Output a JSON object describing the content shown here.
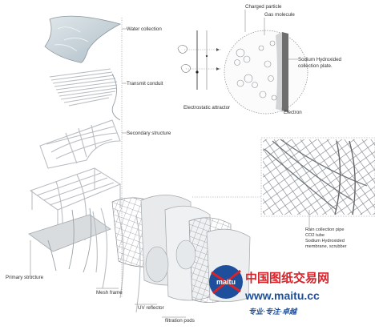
{
  "layers": [
    {
      "id": "water-collection",
      "label": "Water collection"
    },
    {
      "id": "transmit-conduit",
      "label": "Transmit conduit"
    },
    {
      "id": "secondary-structure",
      "label": "Secondary structure"
    },
    {
      "id": "primary-structure",
      "label": "Primary structure"
    },
    {
      "id": "mesh-frame",
      "label": "Mesh frame"
    },
    {
      "id": "uv-reflector",
      "label": "UV reflector"
    },
    {
      "id": "filtration-pods",
      "label": "filtration pods"
    }
  ],
  "attractor": {
    "label": "Electrostatic attractor"
  },
  "detail_circle": {
    "labels": {
      "charged_particle": "Charged particle",
      "gas_molecule": "Gas molecule",
      "collection_plate_line1": "Sodium Hydroxided",
      "collection_plate_line2": "collection plate.",
      "electron": "Electron"
    }
  },
  "detail_box": {
    "labels": {
      "rain_pipe": "Rain collection pipe",
      "co2_tube": "CO2 tube",
      "scrubber_line1": "Sodium Hydroxided",
      "scrubber_line2": "membrane, scrubber"
    }
  },
  "watermark": {
    "logo_text": "maitu",
    "title_cn": "中国图纸交易网",
    "url": "www.maitu.cc",
    "slogan": "专业·专注·卓越"
  },
  "colors": {
    "water": "#c9d5dc",
    "structure": "#b9bec2",
    "watermark_red": "#d7242b",
    "watermark_blue": "#1d4f9c"
  }
}
